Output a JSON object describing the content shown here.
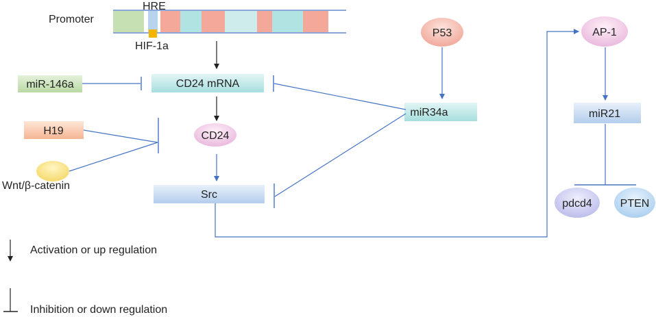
{
  "promoter": {
    "label": "Promoter",
    "hre_label": "HRE",
    "hif_label": "HIF-1a"
  },
  "nodes": {
    "cd24_mrna": "CD24 mRNA",
    "cd24": "CD24",
    "src": "Src",
    "mir146a": "miR-146a",
    "h19": "H19",
    "wnt": "Wnt/β-catenin",
    "p53": "P53",
    "mir34a": "miR34a",
    "ap1": "AP-1",
    "mir21": "miR21",
    "pdcd4": "pdcd4",
    "pten": "PTEN"
  },
  "legend": {
    "activation": "Activation  or up regulation",
    "inhibition": "Inhibition or down regulation"
  },
  "colors": {
    "green": "#c6e0b4",
    "pink": "#f4a89a",
    "teal": "#b2e3e3",
    "hre_blue": "#b8d3ee",
    "hif_orange": "#f5b400",
    "line_blue": "#4472c4",
    "arrow_dark": "#222222"
  }
}
